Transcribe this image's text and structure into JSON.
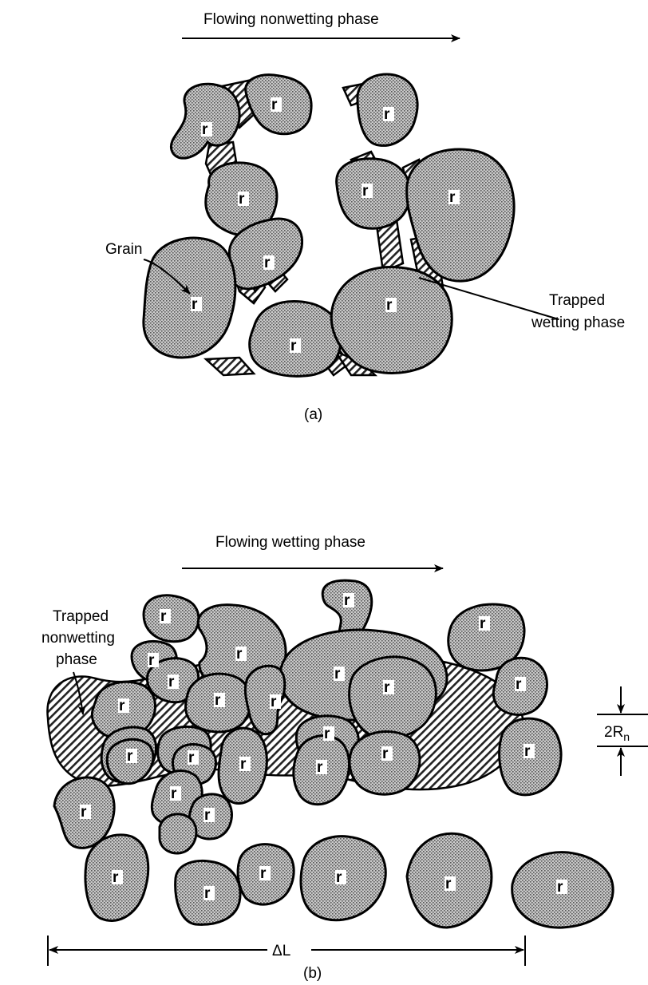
{
  "panel_a": {
    "flow_label": "Flowing nonwetting phase",
    "grain_label": "Grain",
    "trapped_line1": "Trapped",
    "trapped_line2": "wetting phase",
    "caption": "(a)",
    "grain_letter": "r"
  },
  "panel_b": {
    "flow_label": "Flowing wetting phase",
    "trapped_line1": "Trapped",
    "trapped_line2": "nonwetting",
    "trapped_line3": "phase",
    "delta_label": "ΔL",
    "radius_label": "2R",
    "radius_subscript": "n",
    "caption": "(b)",
    "grain_letter": "r"
  },
  "colors": {
    "ink": "#000000",
    "grain_fill": "#b8b8b8",
    "background": "#ffffff"
  }
}
